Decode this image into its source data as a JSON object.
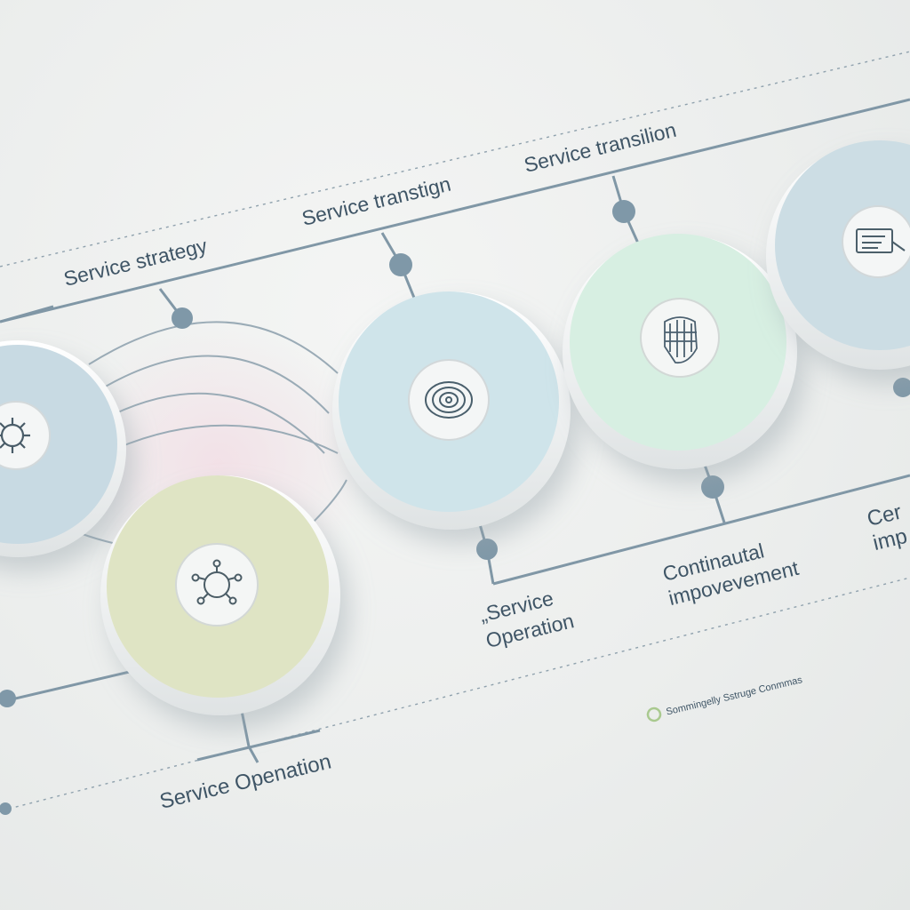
{
  "diagram": {
    "labels": {
      "service_strategy": "Service strategy",
      "service_transition_1": "Service transtign",
      "service_transition_2": "Service transilion",
      "service_operation_center_line1": "„Service",
      "service_operation_center_line2": "Operation",
      "continual_line1": "Continautal",
      "continual_line2": "impovevement",
      "cut_line1": "Cer",
      "cut_line2": "imp",
      "service_operation_bottom": "Service Openation",
      "legend": "Sommingelly Sstruge Conmmas"
    },
    "discs": [
      {
        "name": "disc-service-strategy",
        "color": "#c8dae3",
        "icon": "gear-icon"
      },
      {
        "name": "disc-service-operation",
        "color": "#dfe4c4",
        "icon": "network-icon"
      },
      {
        "name": "disc-service-transition",
        "color": "#cfe4ea",
        "icon": "target-icon"
      },
      {
        "name": "disc-continual-improvement",
        "color": "#d7efe2",
        "icon": "hand-icon"
      },
      {
        "name": "disc-monitoring",
        "color": "#ccdde4",
        "icon": "document-icon"
      }
    ],
    "colors": {
      "line": "#8097a6",
      "text": "#3f5566",
      "legend_ring": "#a9c98f"
    }
  }
}
